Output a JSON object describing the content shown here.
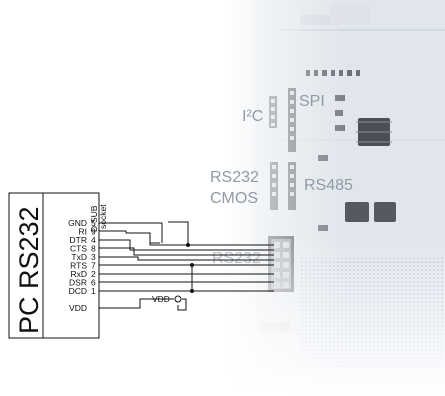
{
  "diagram": {
    "pc_box": {
      "title": "PC RS232",
      "socket_label_1": "D-SUB",
      "socket_label_2": "socket",
      "pins": [
        {
          "name": "GND",
          "num": "5"
        },
        {
          "name": "RI",
          "num": "9"
        },
        {
          "name": "DTR",
          "num": "4"
        },
        {
          "name": "CTS",
          "num": "8"
        },
        {
          "name": "TxD",
          "num": "3"
        },
        {
          "name": "RTS",
          "num": "7"
        },
        {
          "name": "RxD",
          "num": "2"
        },
        {
          "name": "DSR",
          "num": "6"
        },
        {
          "name": "DCD",
          "num": "1"
        },
        {
          "name": "VDD",
          "num": ""
        }
      ]
    },
    "vdd_label": "VDD",
    "board_labels": {
      "i2c": "I²C",
      "spi": "SPI",
      "rs232": "RS232",
      "cmos": "CMOS",
      "rs485": "RS485",
      "rs232_connector": "RS232"
    },
    "colors": {
      "board": "#e6eaf0",
      "board_label": "#8f9aa8",
      "connector": "#7a7f86",
      "chip": "#4a4f55",
      "dots": "#b5bfd6"
    }
  }
}
